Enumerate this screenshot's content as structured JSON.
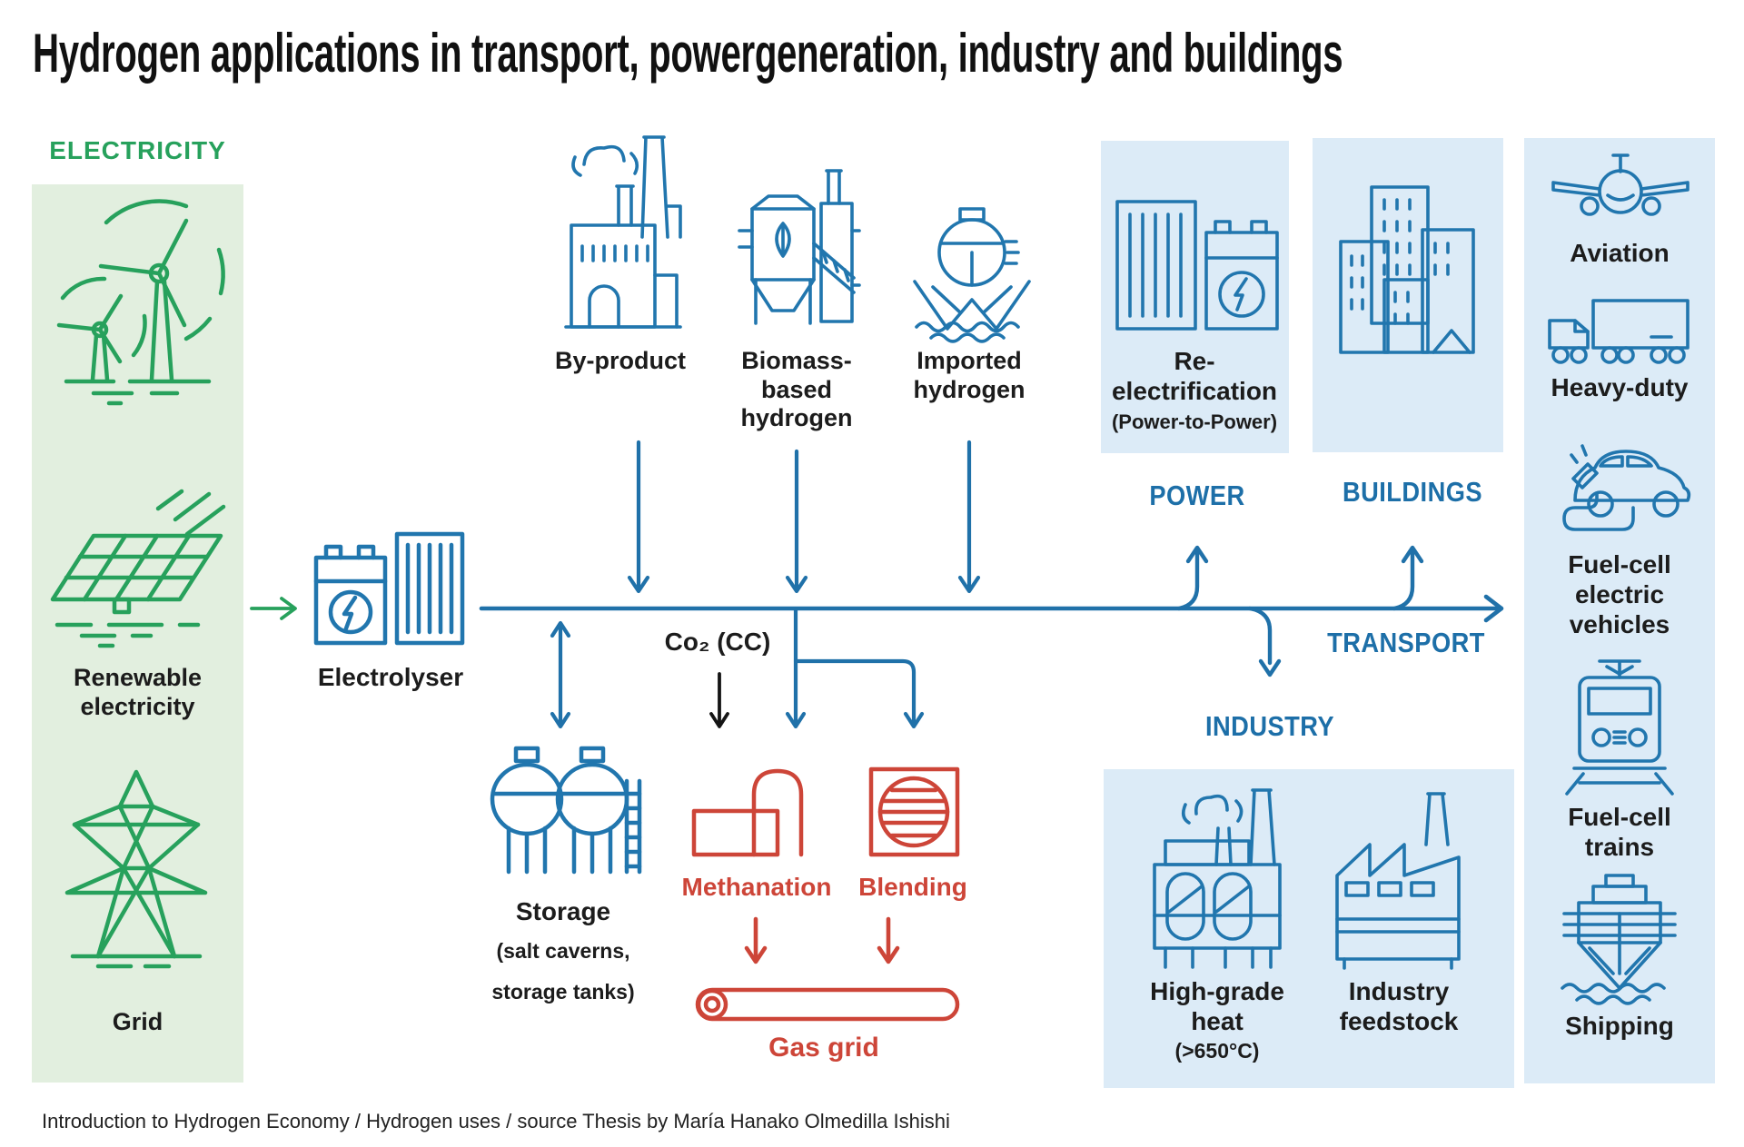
{
  "title": "Hydrogen applications in transport, powergeneration, industry and buildings",
  "caption": "Introduction to Hydrogen Economy / Hydrogen uses / source Thesis by María Hanako Olmedilla Ishishi",
  "colors": {
    "green": "#27a15c",
    "green_panel": "#e2efdf",
    "blue_icon": "#2176ae",
    "blue_label": "#1d6fa8",
    "blue_panel": "#dcebf7",
    "red": "#cd4538",
    "black": "#1c1c1c"
  },
  "electricity": {
    "heading": "ELECTRICITY",
    "renewable": {
      "line1": "Renewable",
      "line2": "electricity"
    },
    "grid": "Grid"
  },
  "electrolyser": {
    "label": "Electrolyser"
  },
  "sources": {
    "byproduct": {
      "label": "By-product"
    },
    "biomass": {
      "line1": "Biomass-",
      "line2": "based",
      "line3": "hydrogen"
    },
    "imported": {
      "line1": "Imported",
      "line2": "hydrogen"
    }
  },
  "storage": {
    "title": "Storage",
    "sub1": "(salt caverns,",
    "sub2": "storage tanks)"
  },
  "co2": {
    "label": "Co₂ (CC)"
  },
  "gas": {
    "methanation": "Methanation",
    "blending": "Blending",
    "gas_grid": "Gas grid"
  },
  "sectors": {
    "power": "POWER",
    "buildings": "BUILDINGS",
    "transport": "TRANSPORT",
    "industry": "INDUSTRY"
  },
  "power_use": {
    "reelec1": "Re-",
    "reelec2": "electrification",
    "reelec3": "(Power-to-Power)"
  },
  "industry_uses": {
    "heat1": "High-grade",
    "heat2": "heat",
    "heat3": "(>650°C)",
    "feed1": "Industry",
    "feed2": "feedstock"
  },
  "transport_uses": {
    "aviation": "Aviation",
    "heavy_duty": "Heavy-duty",
    "fcev1": "Fuel-cell",
    "fcev2": "electric",
    "fcev3": "vehicles",
    "trains1": "Fuel-cell",
    "trains2": "trains",
    "shipping": "Shipping"
  },
  "icons": [
    "wind-turbines-icon",
    "solar-panel-icon",
    "power-pylon-icon",
    "electrolyser-icon",
    "byproduct-factory-icon",
    "biomass-plant-icon",
    "hydrogen-ship-icon",
    "storage-tanks-icon",
    "methanation-icon",
    "blending-icon",
    "gas-pipe-icon",
    "reelectrification-icon",
    "city-buildings-icon",
    "high-grade-heat-icon",
    "industry-feedstock-icon",
    "airplane-icon",
    "truck-icon",
    "fcev-car-icon",
    "train-icon",
    "cargo-ship-icon"
  ]
}
